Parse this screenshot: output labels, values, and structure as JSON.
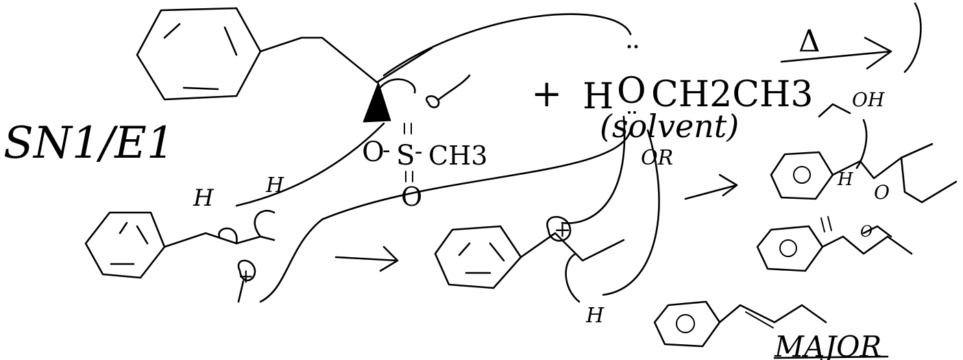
{
  "mechanism_label": "SN1/E1",
  "reagent_plus": "+",
  "reagent": {
    "h": "H",
    "o": "O",
    "rest": "CH2CH3",
    "note": "(solvent)"
  },
  "heat_symbol": "Δ",
  "leaving_group": {
    "o": "O",
    "s": "S",
    "ch3": "CH3",
    "bond": "-",
    "double_bond": "="
  },
  "or_label": "OR",
  "labels": {
    "oh": "OH",
    "h": "H",
    "o": "O",
    "plus": "+"
  },
  "major_label": "MAJOR"
}
